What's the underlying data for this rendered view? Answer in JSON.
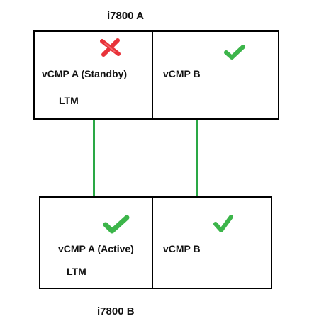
{
  "top_device": {
    "title": "i7800 A",
    "left_guest": {
      "name": "vCMP A (Standby)",
      "module": "LTM",
      "status_icon": "cross-icon",
      "status_color": "#e8333a"
    },
    "right_guest": {
      "name": "vCMP B",
      "status_icon": "check-icon",
      "status_color": "#3cb54a"
    }
  },
  "bottom_device": {
    "title": "i7800 B",
    "left_guest": {
      "name": "vCMP A  (Active)",
      "module": "LTM",
      "status_icon": "check-icon",
      "status_color": "#3cb54a"
    },
    "right_guest": {
      "name": "vCMP B",
      "status_icon": "check-icon",
      "status_color": "#3cb54a"
    }
  },
  "link_color": "#2aa845"
}
